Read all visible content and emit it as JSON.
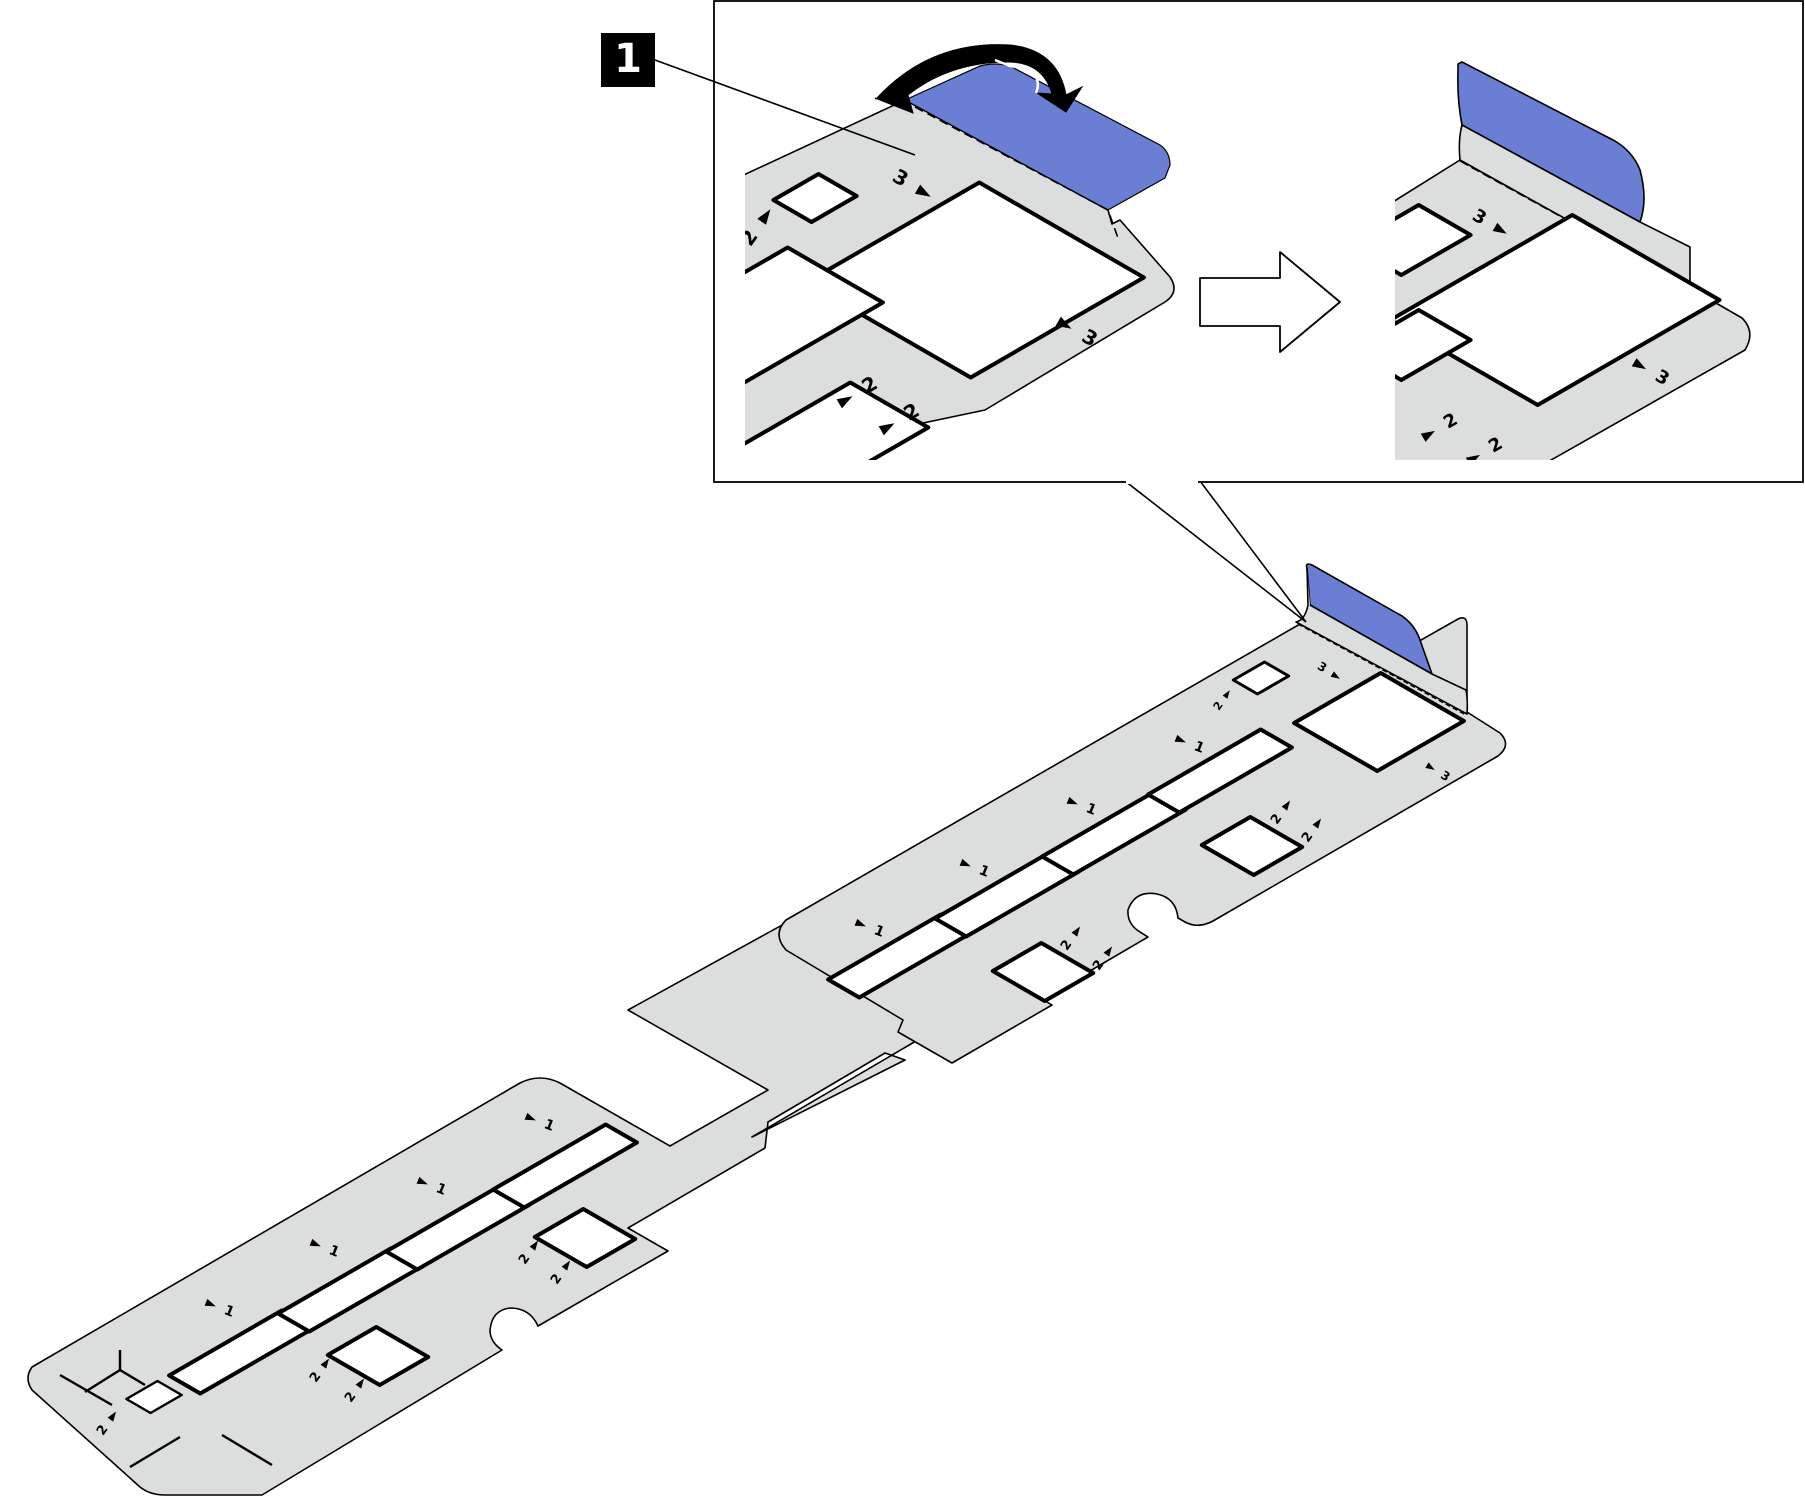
{
  "callout": {
    "number": "1"
  },
  "labels": {
    "one": "1",
    "two": "2",
    "three": "3"
  },
  "colors": {
    "sheet": "#dcdddd",
    "tab": "#6a7fd3",
    "outline": "#000000",
    "background": "#ffffff"
  },
  "icons": {
    "fold": "curved-arrow-icon",
    "next": "right-arrow-icon"
  }
}
